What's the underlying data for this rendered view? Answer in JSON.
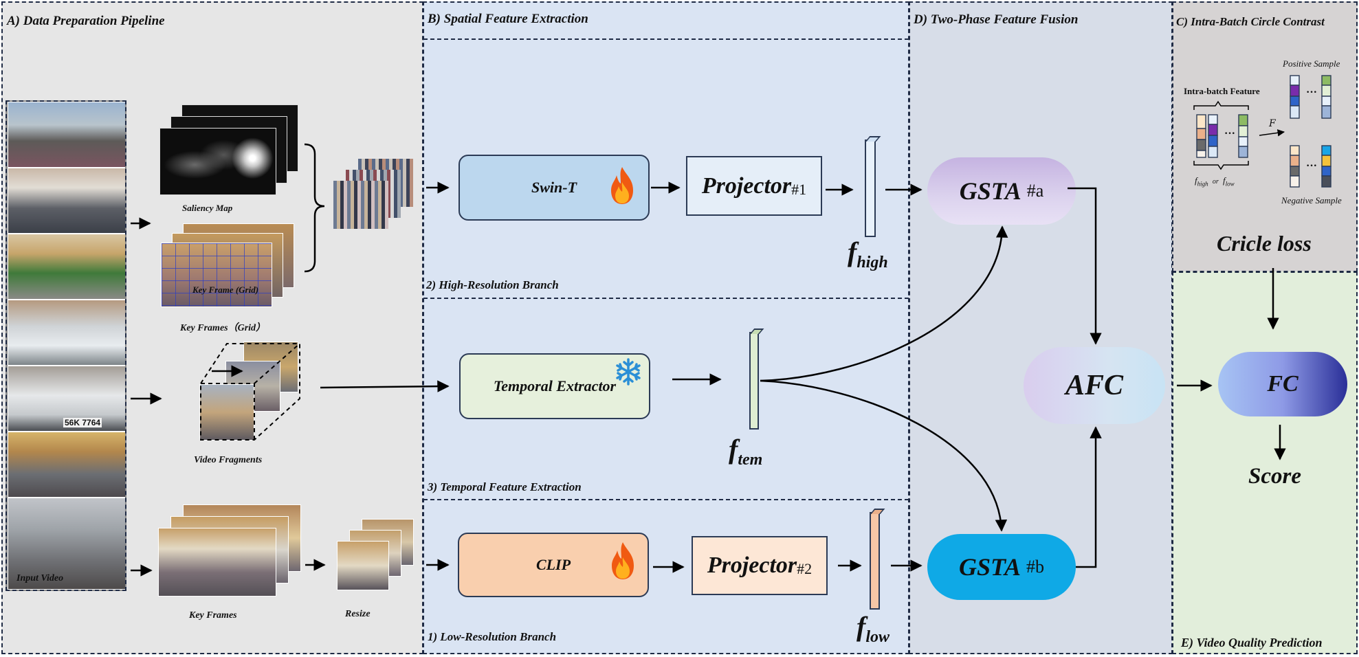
{
  "panels": {
    "a": "A) Data Preparation Pipeline",
    "b": "B) Spatial Feature Extraction",
    "c": "C) Intra-Batch Circle Contrast",
    "d": "D) Two-Phase Feature Fusion",
    "e": "E) Video Quality Prediction"
  },
  "pipeline": {
    "input_video": "Input Video",
    "saliency_map": "Saliency Map",
    "key_frame_grid_overlay": "Key Frame (Grid)",
    "key_frames_grid": "Key Frames（Grid）",
    "video_fragments": "Video Fragments",
    "key_frames": "Key Frames",
    "resize": "Resize",
    "plate": "56K 7764"
  },
  "branches": {
    "high": "2) High-Resolution Branch",
    "temporal": "3) Temporal Feature Extraction",
    "low": "1) Low-Resolution Branch"
  },
  "modules": {
    "swin": "Swin-T",
    "projector1": "Projector",
    "projector1_sub": "#1",
    "temporal": "Temporal Extractor",
    "clip": "CLIP",
    "projector2": "Projector",
    "projector2_sub": "#2"
  },
  "features": {
    "f": "f",
    "high": "high",
    "tem": "tem",
    "low": "low"
  },
  "fusion": {
    "gsta_a": "GSTA",
    "gsta_a_sub": "#a",
    "gsta_b": "GSTA",
    "gsta_b_sub": "#b",
    "afc": "AFC"
  },
  "contrast": {
    "intra_batch_feature": "Intra-batch Feature",
    "positive": "Positive Sample",
    "negative": "Negative Sample",
    "f_symbol": "F",
    "fhigh_or_flow": "f",
    "fhigh_sub": "high",
    "or": "or",
    "flow_sub": "low",
    "dots": "···",
    "loss": "Cricle loss"
  },
  "prediction": {
    "fc": "FC",
    "score": "Score"
  },
  "colors": {
    "panel_a_bg": "#e6e6e6",
    "panel_b_bg": "#dae4f3",
    "panel_d_bg": "#d7dde8",
    "panel_c_bg": "#d6d3d3",
    "panel_e_bg": "#e2eedb",
    "swin_fill": "#bcd7ee",
    "temporal_fill": "#e6f0dc",
    "clip_fill": "#f9cfae",
    "gsta_b_fill": "#0fa9e6",
    "fc_fill_dark": "#2a2f98"
  }
}
